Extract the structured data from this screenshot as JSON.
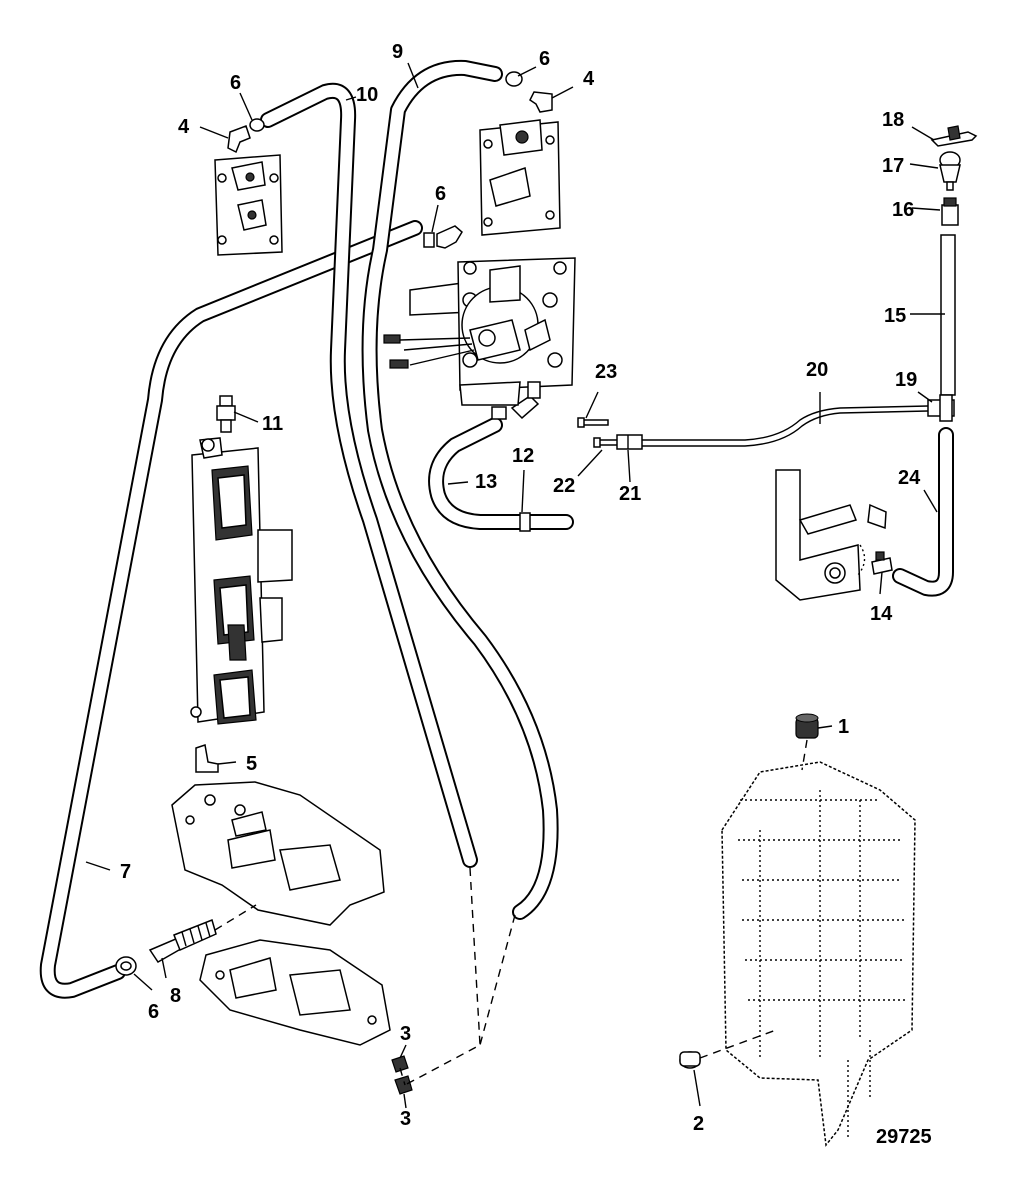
{
  "diagram_id": "29725",
  "callouts": {
    "c1": "1",
    "c2": "2",
    "c3a": "3",
    "c3b": "3",
    "c4a": "4",
    "c4b": "4",
    "c5": "5",
    "c6a": "6",
    "c6b": "6",
    "c6c": "6",
    "c6d": "6",
    "c7": "7",
    "c8": "8",
    "c9": "9",
    "c10": "10",
    "c11": "11",
    "c12": "12",
    "c13": "13",
    "c14": "14",
    "c15": "15",
    "c16": "16",
    "c17": "17",
    "c18": "18",
    "c19": "19",
    "c20": "20",
    "c21": "21",
    "c22": "22",
    "c23": "23",
    "c24": "24"
  }
}
